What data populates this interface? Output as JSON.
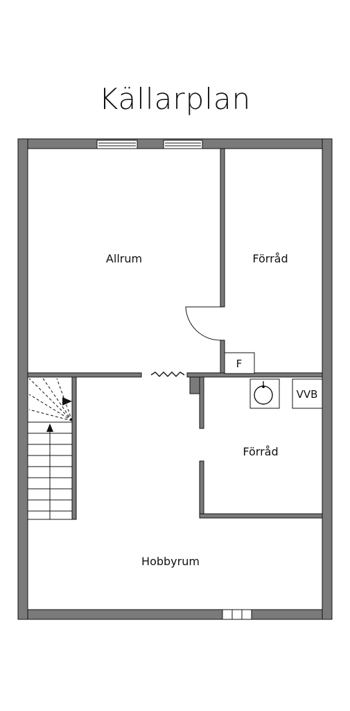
{
  "title": "Källarplan",
  "rooms": {
    "allrum": "Allrum",
    "forrad_top": "Förråd",
    "forrad_mid": "Förråd",
    "hobbyrum": "Hobbyrum"
  },
  "fixtures": {
    "furnace": "F",
    "water_heater": "VVB"
  },
  "colors": {
    "wall": "#7a7a7a",
    "wall_outline": "#111111",
    "background": "#ffffff"
  }
}
